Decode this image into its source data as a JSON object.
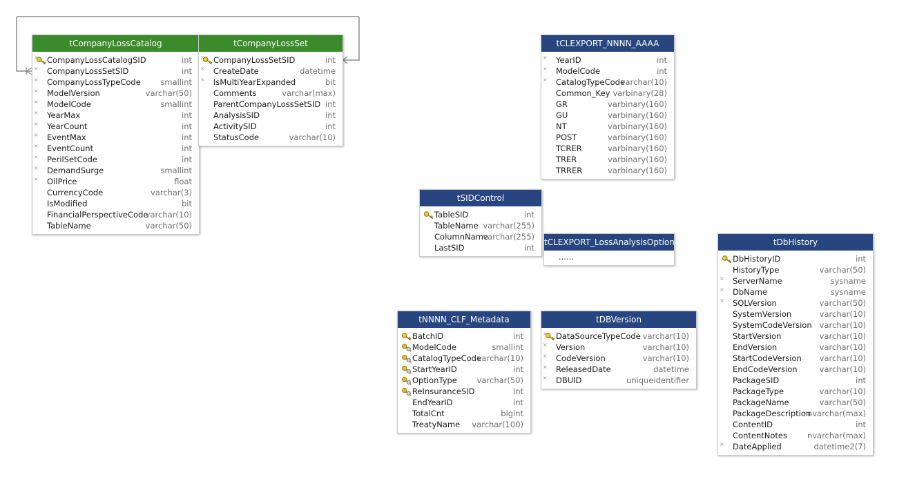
{
  "diagram": {
    "tables": [
      {
        "id": "tCompanyLossCatalog",
        "title": "tCompanyLossCatalog",
        "header_color": "#3b8a2b",
        "columns": [
          {
            "name": "CompanyLossCatalogSID",
            "type": "int",
            "nullable": true,
            "key": "pk"
          },
          {
            "name": "CompanyLossSetSID",
            "type": "int",
            "nullable": true,
            "key": ""
          },
          {
            "name": "CompanyLossTypeCode",
            "type": "smallint",
            "nullable": true,
            "key": ""
          },
          {
            "name": "ModelVersion",
            "type": "varchar(50)",
            "nullable": true,
            "key": ""
          },
          {
            "name": "ModelCode",
            "type": "smallint",
            "nullable": true,
            "key": ""
          },
          {
            "name": "YearMax",
            "type": "int",
            "nullable": true,
            "key": ""
          },
          {
            "name": "YearCount",
            "type": "int",
            "nullable": true,
            "key": ""
          },
          {
            "name": "EventMax",
            "type": "int",
            "nullable": true,
            "key": ""
          },
          {
            "name": "EventCount",
            "type": "int",
            "nullable": true,
            "key": ""
          },
          {
            "name": "PerilSetCode",
            "type": "int",
            "nullable": true,
            "key": ""
          },
          {
            "name": "DemandSurge",
            "type": "smallint",
            "nullable": true,
            "key": ""
          },
          {
            "name": "OilPrice",
            "type": "float",
            "nullable": true,
            "key": ""
          },
          {
            "name": "CurrencyCode",
            "type": "varchar(3)",
            "nullable": false,
            "key": ""
          },
          {
            "name": "IsModified",
            "type": "bit",
            "nullable": false,
            "key": ""
          },
          {
            "name": "FinancialPerspectiveCode",
            "type": "varchar(10)",
            "nullable": false,
            "key": ""
          },
          {
            "name": "TableName",
            "type": "varchar(50)",
            "nullable": false,
            "key": ""
          }
        ]
      },
      {
        "id": "tCompanyLossSet",
        "title": "tCompanyLossSet",
        "header_color": "#3b8a2b",
        "columns": [
          {
            "name": "CompanyLossSetSID",
            "type": "int",
            "nullable": true,
            "key": "pk"
          },
          {
            "name": "CreateDate",
            "type": "datetime",
            "nullable": true,
            "key": ""
          },
          {
            "name": "IsMultiYearExpanded",
            "type": "bit",
            "nullable": true,
            "key": ""
          },
          {
            "name": "Comments",
            "type": "varchar(max)",
            "nullable": false,
            "key": ""
          },
          {
            "name": "ParentCompanyLossSetSID",
            "type": "int",
            "nullable": false,
            "key": ""
          },
          {
            "name": "AnalysisSID",
            "type": "int",
            "nullable": false,
            "key": ""
          },
          {
            "name": "ActivitySID",
            "type": "int",
            "nullable": false,
            "key": ""
          },
          {
            "name": "StatusCode",
            "type": "varchar(10)",
            "nullable": false,
            "key": ""
          }
        ]
      },
      {
        "id": "tCLEXPORT_NNNN_AAAA",
        "title": "tCLEXPORT_NNNN_AAAA",
        "header_color": "#27457f",
        "columns": [
          {
            "name": "YearID",
            "type": "int",
            "nullable": true,
            "key": ""
          },
          {
            "name": "ModelCode",
            "type": "int",
            "nullable": true,
            "key": ""
          },
          {
            "name": "CatalogTypeCode",
            "type": "varchar(10)",
            "nullable": true,
            "key": ""
          },
          {
            "name": "Common_Key",
            "type": "varbinary(28)",
            "nullable": false,
            "key": ""
          },
          {
            "name": "GR",
            "type": "varbinary(160)",
            "nullable": false,
            "key": ""
          },
          {
            "name": "GU",
            "type": "varbinary(160)",
            "nullable": false,
            "key": ""
          },
          {
            "name": "NT",
            "type": "varbinary(160)",
            "nullable": false,
            "key": ""
          },
          {
            "name": "POST",
            "type": "varbinary(160)",
            "nullable": false,
            "key": ""
          },
          {
            "name": "TCRER",
            "type": "varbinary(160)",
            "nullable": false,
            "key": ""
          },
          {
            "name": "TRER",
            "type": "varbinary(160)",
            "nullable": false,
            "key": ""
          },
          {
            "name": "TRRER",
            "type": "varbinary(160)",
            "nullable": false,
            "key": ""
          }
        ]
      },
      {
        "id": "tSIDControl",
        "title": "tSIDControl",
        "header_color": "#27457f",
        "columns": [
          {
            "name": "TableSID",
            "type": "int",
            "nullable": false,
            "key": "pk"
          },
          {
            "name": "TableName",
            "type": "varchar(255)",
            "nullable": false,
            "key": ""
          },
          {
            "name": "ColumnName",
            "type": "varchar(255)",
            "nullable": false,
            "key": ""
          },
          {
            "name": "LastSID",
            "type": "int",
            "nullable": false,
            "key": ""
          }
        ]
      },
      {
        "id": "tCLEXPORT_LossAnalysisOption",
        "title": "tCLEXPORT_LossAnalysisOption",
        "header_color": "#27457f",
        "ellipsis": "......",
        "columns": []
      },
      {
        "id": "tDbHistory",
        "title": "tDbHistory",
        "header_color": "#27457f",
        "columns": [
          {
            "name": "DbHistoryID",
            "type": "int",
            "nullable": false,
            "key": "pk"
          },
          {
            "name": "HistoryType",
            "type": "varchar(50)",
            "nullable": false,
            "key": ""
          },
          {
            "name": "ServerName",
            "type": "sysname",
            "nullable": true,
            "key": ""
          },
          {
            "name": "DbName",
            "type": "sysname",
            "nullable": true,
            "key": ""
          },
          {
            "name": "SQLVersion",
            "type": "varchar(50)",
            "nullable": true,
            "key": ""
          },
          {
            "name": "SystemVersion",
            "type": "varchar(10)",
            "nullable": false,
            "key": ""
          },
          {
            "name": "SystemCodeVersion",
            "type": "varchar(10)",
            "nullable": false,
            "key": ""
          },
          {
            "name": "StartVersion",
            "type": "varchar(10)",
            "nullable": false,
            "key": ""
          },
          {
            "name": "EndVersion",
            "type": "varchar(10)",
            "nullable": false,
            "key": ""
          },
          {
            "name": "StartCodeVersion",
            "type": "varchar(10)",
            "nullable": false,
            "key": ""
          },
          {
            "name": "EndCodeVersion",
            "type": "varchar(10)",
            "nullable": false,
            "key": ""
          },
          {
            "name": "PackageSID",
            "type": "int",
            "nullable": false,
            "key": ""
          },
          {
            "name": "PackageType",
            "type": "varchar(10)",
            "nullable": false,
            "key": ""
          },
          {
            "name": "PackageName",
            "type": "varchar(50)",
            "nullable": false,
            "key": ""
          },
          {
            "name": "PackageDescription",
            "type": "nvarchar(max)",
            "nullable": false,
            "key": ""
          },
          {
            "name": "ContentID",
            "type": "int",
            "nullable": false,
            "key": ""
          },
          {
            "name": "ContentNotes",
            "type": "nvarchar(max)",
            "nullable": false,
            "key": ""
          },
          {
            "name": "DateApplied",
            "type": "datetime2(7)",
            "nullable": true,
            "key": ""
          }
        ]
      },
      {
        "id": "tNNNN_CLF_Metadata",
        "title": "tNNNN_CLF_Metadata",
        "header_color": "#27457f",
        "columns": [
          {
            "name": "BatchID",
            "type": "int",
            "nullable": false,
            "key": "pk"
          },
          {
            "name": "ModelCode",
            "type": "smallint",
            "nullable": false,
            "key": "pk-fk"
          },
          {
            "name": "CatalogTypeCode",
            "type": "varchar(10)",
            "nullable": false,
            "key": "pk-fk"
          },
          {
            "name": "StartYearID",
            "type": "int",
            "nullable": false,
            "key": "pk-fk"
          },
          {
            "name": "OptionType",
            "type": "varchar(50)",
            "nullable": false,
            "key": "pk-fk"
          },
          {
            "name": "ReInsuranceSID",
            "type": "int",
            "nullable": false,
            "key": "pk-fk"
          },
          {
            "name": "EndYearID",
            "type": "int",
            "nullable": false,
            "key": ""
          },
          {
            "name": "TotalCnt",
            "type": "bigint",
            "nullable": false,
            "key": ""
          },
          {
            "name": "TreatyName",
            "type": "varchar(100)",
            "nullable": false,
            "key": ""
          }
        ]
      },
      {
        "id": "tDBVersion",
        "title": "tDBVersion",
        "header_color": "#27457f",
        "columns": [
          {
            "name": "DataSourceTypeCode",
            "type": "varchar(10)",
            "nullable": true,
            "key": "pk"
          },
          {
            "name": "Version",
            "type": "varchar(10)",
            "nullable": true,
            "key": ""
          },
          {
            "name": "CodeVersion",
            "type": "varchar(10)",
            "nullable": true,
            "key": ""
          },
          {
            "name": "ReleasedDate",
            "type": "datetime",
            "nullable": true,
            "key": ""
          },
          {
            "name": "DBUID",
            "type": "uniqueidentifier",
            "nullable": true,
            "key": ""
          }
        ]
      }
    ],
    "relationships": [
      {
        "from": "tCompanyLossCatalog",
        "to": "tCompanyLossSet",
        "column": "CompanyLossSetSID"
      }
    ]
  }
}
